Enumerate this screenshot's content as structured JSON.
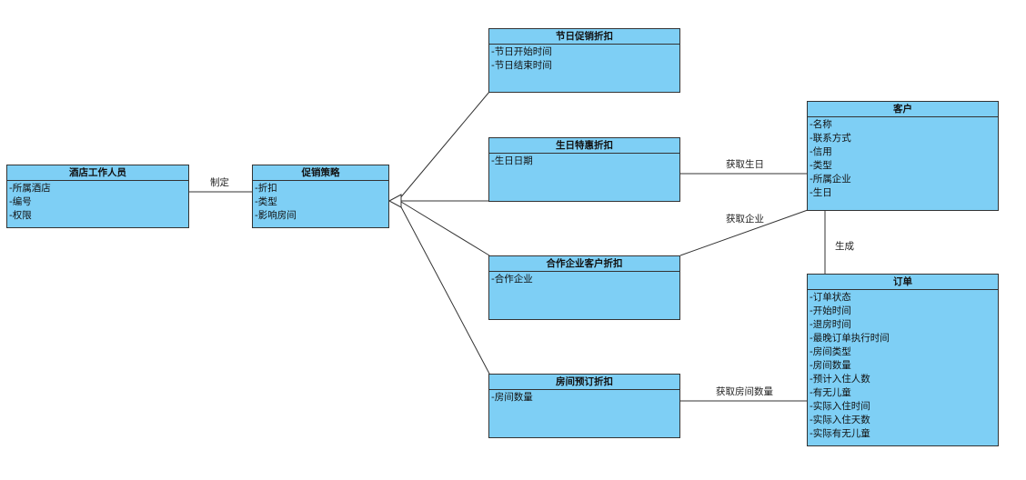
{
  "classes": {
    "staff": {
      "name": "酒店工作人员",
      "attrs": [
        "-所属酒店",
        "-编号",
        "-权限"
      ]
    },
    "promo": {
      "name": "促销策略",
      "attrs": [
        "-折扣",
        "-类型",
        "-影响房间"
      ]
    },
    "holiday": {
      "name": "节日促销折扣",
      "attrs": [
        "-节日开始时间",
        "-节日结束时间"
      ]
    },
    "birthday": {
      "name": "生日特惠折扣",
      "attrs": [
        "-生日日期"
      ]
    },
    "corp": {
      "name": "合作企业客户折扣",
      "attrs": [
        "-合作企业"
      ]
    },
    "room": {
      "name": "房间预订折扣",
      "attrs": [
        "-房间数量"
      ]
    },
    "customer": {
      "name": "客户",
      "attrs": [
        "-名称",
        "-联系方式",
        "-信用",
        "-类型",
        "-所属企业",
        "-生日"
      ]
    },
    "order": {
      "name": "订单",
      "attrs": [
        "-订单状态",
        "-开始时间",
        "-退房时间",
        "-最晚订单执行时间",
        "-房间类型",
        "-房间数量",
        "-预计入住人数",
        "-有无儿童",
        "-实际入住时间",
        "-实际入住天数",
        "-实际有无儿童"
      ]
    }
  },
  "relations": {
    "make": "制定",
    "get_birthday": "获取生日",
    "get_company": "获取企业",
    "generate": "生成",
    "get_room_count": "获取房间数量"
  },
  "colors": {
    "box_fill": "#7ecff5",
    "line": "#333333"
  }
}
